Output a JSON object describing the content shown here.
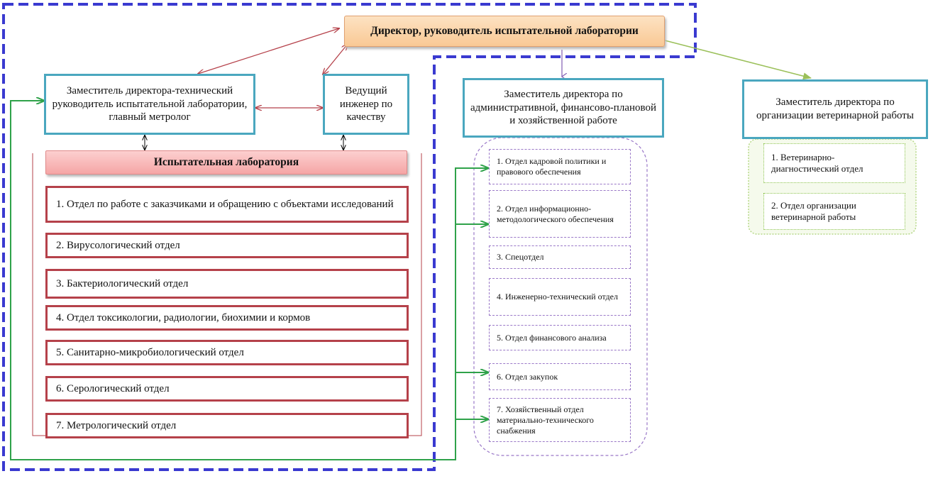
{
  "director": "Директор, руководитель испытательной лаборатории",
  "deputy_tech": "Заместитель директора-технический руководитель испытательной лаборатории, главный метролог",
  "quality_engineer": "Ведущий инженер по качеству",
  "deputy_admin": "Заместитель директора по административной, финансово-плановой и хозяйственной работе",
  "deputy_vet": "Заместитель директора по организации ветеринарной работы",
  "lab": {
    "title": "Испытательная лаборатория",
    "departments": [
      "1. Отдел по работе с заказчиками и обращению с объектами исследований",
      "2.  Вирусологический отдел",
      "3. Бактериологический отдел",
      "4. Отдел токсикологии, радиологии, биохимии и кормов",
      "5. Санитарно-микробиологический отдел",
      "6. Серологический отдел",
      "7. Метрологический отдел"
    ]
  },
  "admin_departments": [
    "1. Отдел кадровой политики и правового обеспечения",
    "2. Отдел информационно-методологического обеспечения",
    "3. Спецотдел",
    "4. Инженерно-технический отдел",
    "5. Отдел финансового анализа",
    "6. Отдел закупок",
    "7. Хозяйственный отдел материально-технического снабжения"
  ],
  "vet_departments": [
    "1. Ветеринарно-диагностический отдел",
    "2. Отдел организации ветеринарной работы"
  ],
  "colors": {
    "outer_frame": "#3a3ad0",
    "teal": "#4aa7bf",
    "red": "#b5414a",
    "purple": "#9a78c8",
    "green_arrow": "#2fa24a",
    "olive_line": "#9bc05a"
  }
}
